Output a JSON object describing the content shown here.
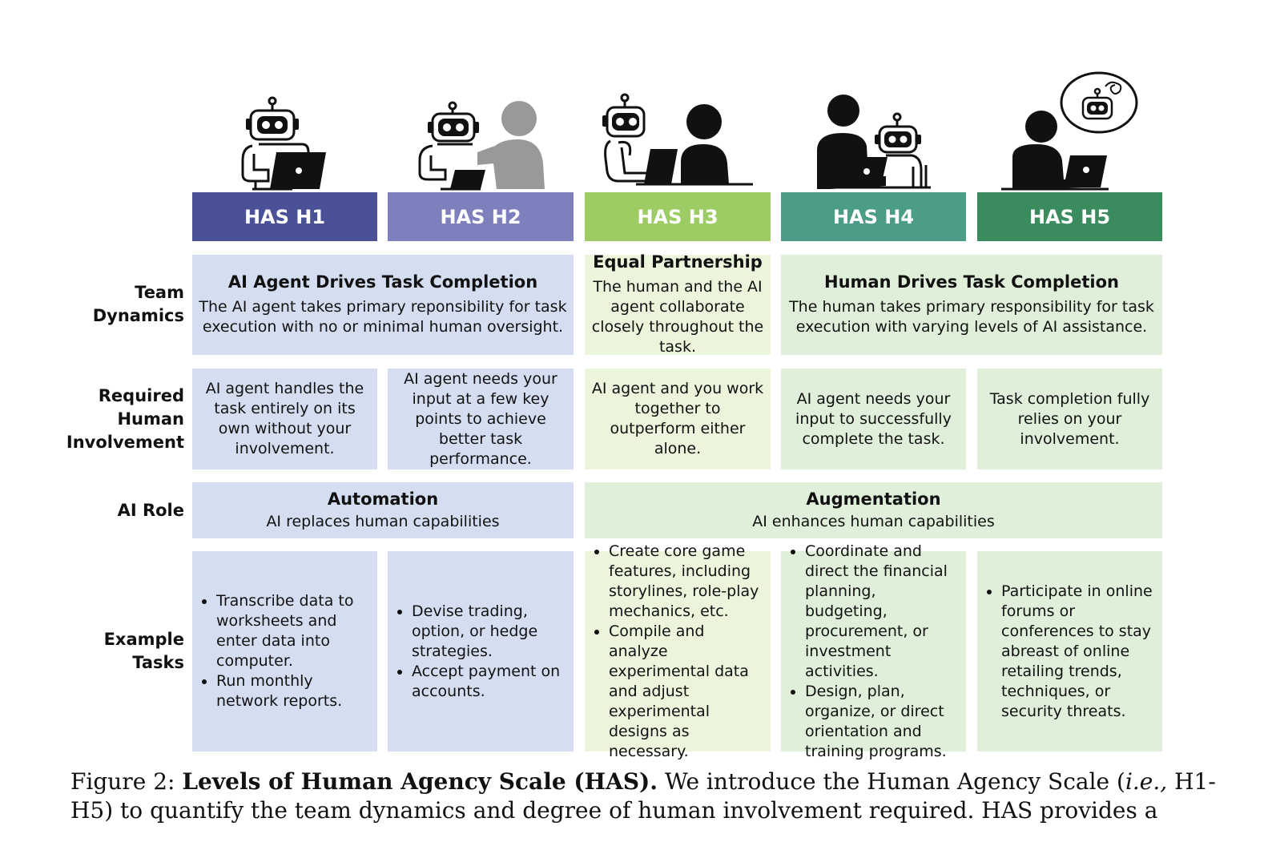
{
  "levels": [
    {
      "label": "HAS H1",
      "color": "#4a5196"
    },
    {
      "label": "HAS H2",
      "color": "#7e7fbd"
    },
    {
      "label": "HAS H3",
      "color": "#9ccc63"
    },
    {
      "label": "HAS H4",
      "color": "#4c9d87"
    },
    {
      "label": "HAS H5",
      "color": "#3a8c5e"
    }
  ],
  "row_labels": {
    "team_dynamics": "Team Dynamics",
    "required_involvement": "Required Human Involvement",
    "ai_role": "AI Role",
    "example_tasks": "Example Tasks"
  },
  "team_dynamics": {
    "ai_drives": {
      "title": "AI Agent Drives Task Completion",
      "text": "The AI agent takes primary reponsibility for task execution with no or minimal human oversight."
    },
    "equal": {
      "title": "Equal Partnership",
      "text": "The human and the AI agent collaborate closely throughout the task."
    },
    "human_drives": {
      "title": "Human Drives Task Completion",
      "text": "The human takes primary responsibility for task execution with varying levels of AI assistance."
    }
  },
  "involvement": [
    "AI agent handles the task entirely on its own without your involvement.",
    "AI agent needs your input at a few key points to achieve better task performance.",
    "AI agent and you work together to outperform either alone.",
    "AI agent needs your input to successfully complete the task.",
    "Task completion fully relies on your involvement."
  ],
  "ai_role": {
    "automation": {
      "title": "Automation",
      "text": "AI replaces human capabilities"
    },
    "augmentation": {
      "title": "Augmentation",
      "text": "AI enhances human capabilities"
    }
  },
  "examples": [
    [
      "Transcribe data to worksheets and enter data into computer.",
      "Run monthly network reports."
    ],
    [
      "Devise trading, option, or hedge strategies.",
      "Accept payment on accounts."
    ],
    [
      "Create core game features, including storylines, role-play mechanics, etc.",
      "Compile and analyze experimental data and adjust experimental designs as necessary."
    ],
    [
      "Coordinate and direct the financial planning, budgeting, procurement, or investment activities.",
      "Design, plan, organize, or direct orientation and training programs."
    ],
    [
      "Participate in online forums or conferences to stay abreast of online retailing trends, techniques, or security threats."
    ]
  ],
  "caption": {
    "prefix": "Figure 2:",
    "bold": "Levels of Human Agency Scale (HAS).",
    "line1_rest_a": "We introduce the Human Agency Scale (",
    "line1_italic": "i.e.,",
    "line1_rest_b": " H1-",
    "line2": "H5) to quantify the team dynamics and degree of human involvement required.  HAS provides a"
  },
  "icons": [
    "robot-laptop-icon",
    "robot-human-icon",
    "robot-human-partner-icon",
    "human-robot-icon",
    "human-thinking-robot-icon"
  ]
}
